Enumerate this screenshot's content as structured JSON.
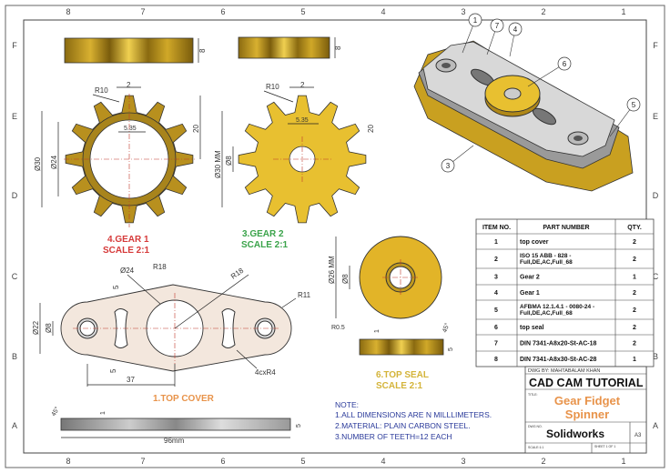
{
  "frame": {
    "columns": [
      "8",
      "7",
      "6",
      "5",
      "4",
      "3",
      "2",
      "1"
    ],
    "rows": [
      "F",
      "E",
      "D",
      "C",
      "B",
      "A"
    ]
  },
  "gear1": {
    "title": "4.GEAR 1",
    "scale": "SCALE 2:1",
    "title_color": "#d63a3a",
    "dims": {
      "r": "R10",
      "tooth": "2",
      "pitch": "5.35",
      "height": "20",
      "outer": "Ø30",
      "inner": "Ø24",
      "thickness": "8"
    }
  },
  "gear2": {
    "title": "3.GEAR 2",
    "scale": "SCALE 2:1",
    "title_color": "#3aa34a",
    "dims": {
      "r": "R10",
      "tooth": "2",
      "pitch": "5.35",
      "height": "20",
      "outer": "Ø30 MM",
      "bore": "Ø8",
      "thickness": "8"
    }
  },
  "top_cover": {
    "title": "1.TOP COVER",
    "title_color": "#e8934a",
    "dims": {
      "d24": "Ø24",
      "r18a": "R18",
      "r18b": "R18",
      "r11": "R11",
      "d22": "Ø22",
      "d8": "Ø8",
      "w5a": "5",
      "w5b": "5",
      "len": "37",
      "slots": "4cxR4",
      "chamfer": "45°",
      "t1": "1",
      "t5": "5",
      "total": "96mm"
    }
  },
  "top_seal": {
    "title": "6.TOP SEAL",
    "scale": "SCALE 2:1",
    "title_color": "#d4b43a",
    "dims": {
      "outer": "Ø26 MM",
      "bore": "Ø8",
      "r": "R0.5",
      "t1": "1",
      "chamfer": "45°",
      "t5": "5"
    }
  },
  "assembly": {
    "balloons": [
      "1",
      "7",
      "4",
      "6",
      "5",
      "3"
    ]
  },
  "notes": {
    "heading": "NOTE:",
    "lines": [
      "1.ALL DIMENSIONS ARE N MILLLIMETERS.",
      "2.MATERIAL: PLAIN CARBON STEEL.",
      "3.NUMBER OF TEETH=12 EACH"
    ],
    "color": "#2a3a9a"
  },
  "bom": {
    "headers": [
      "ITEM NO.",
      "PART NUMBER",
      "QTY."
    ],
    "rows": [
      {
        "item": "1",
        "part": "top cover",
        "qty": "2"
      },
      {
        "item": "2",
        "part": "ISO 15 ABB - 828 - Full,DE,AC,Full_68",
        "qty": "2"
      },
      {
        "item": "3",
        "part": "Gear 2",
        "qty": "1"
      },
      {
        "item": "4",
        "part": "Gear 1",
        "qty": "2"
      },
      {
        "item": "5",
        "part": "AFBMA 12.1.4.1 - 0080-24 - Full,DE,AC,Full_68",
        "qty": "2"
      },
      {
        "item": "6",
        "part": "top seal",
        "qty": "2"
      },
      {
        "item": "7",
        "part": "DIN 7341-A8x20-St-AC-18",
        "qty": "2"
      },
      {
        "item": "8",
        "part": "DIN 7341-A8x30-St-AC-28",
        "qty": "1"
      }
    ]
  },
  "title_block": {
    "drawn_by": "DWG BY: MAHTABALAM KHAN",
    "company": "CAD CAM TUTORIAL",
    "title_label": "TITLE:",
    "title_line1": "Gear Fidget",
    "title_line2": "Spinner",
    "title_color": "#e8934a",
    "dwg_label": "DWG NO.",
    "dwg_no": "Solidworks",
    "size": "A3",
    "scale_label": "SCALE:1:1",
    "sheet_label": "SHEET 1 OF 1"
  },
  "colors": {
    "gold": "#e2b428",
    "dark_gold": "#b88d1c",
    "plate": "#f3e7dd"
  }
}
